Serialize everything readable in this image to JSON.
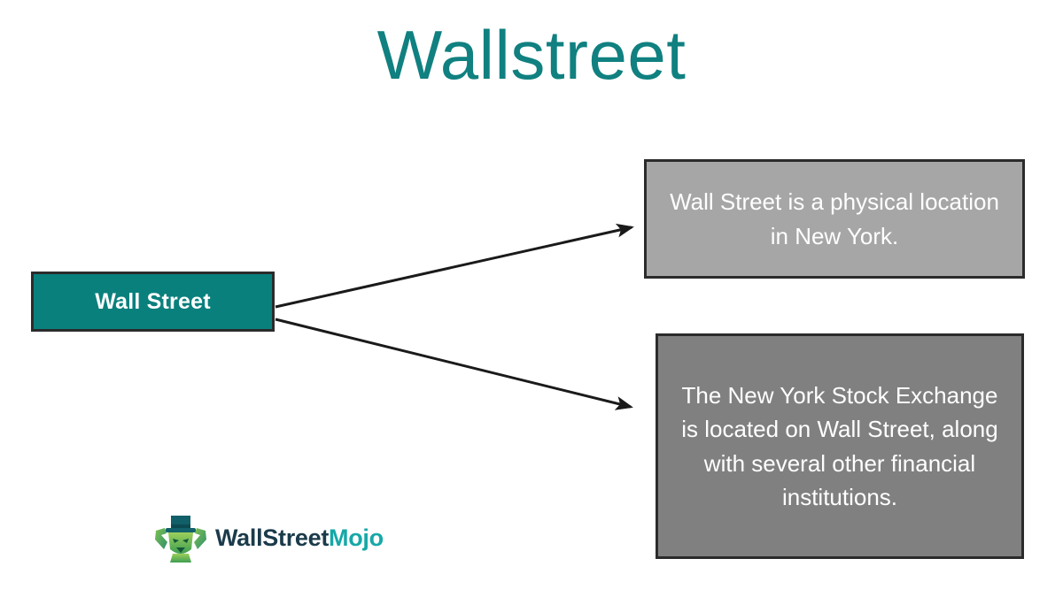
{
  "slide": {
    "title": "Wallstreet",
    "background_color": "#ffffff",
    "title_color": "#108080"
  },
  "diagram": {
    "source": {
      "label": "Wall Street",
      "fill_color": "#0a807d",
      "border_color": "#2b2b2b",
      "text_color": "#ffffff"
    },
    "branches": [
      {
        "text": "Wall Street is a physical location in New York.",
        "fill_color": "#a6a6a6",
        "border_color": "#2b2b2b",
        "text_color": "#ffffff"
      },
      {
        "text": "The New York Stock Exchange is located on Wall Street, along with several other financial institutions.",
        "fill_color": "#808080",
        "border_color": "#2b2b2b",
        "text_color": "#ffffff"
      }
    ],
    "connector_color": "#1a1a1a",
    "connector_count": 2
  },
  "logo": {
    "word_primary": "WallStreet",
    "word_accent": "Mojo",
    "primary_color": "#1b3b4b",
    "accent_color": "#17a8a8",
    "mark_name": "wallstreetmojo-mascot-icon"
  }
}
